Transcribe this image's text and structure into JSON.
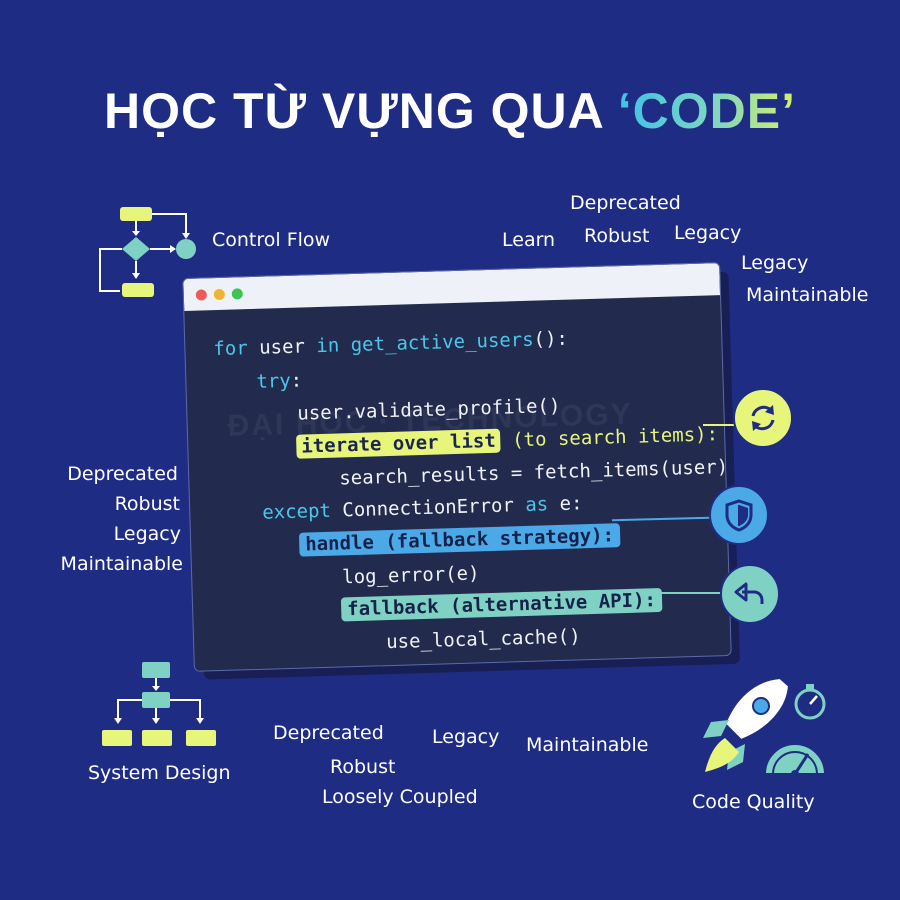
{
  "title": {
    "prefix": "HỌC TỪ VỰNG QUA ",
    "quoted": "‘CODE’"
  },
  "colors": {
    "background": "#1f2c84",
    "lime": "#e7f57a",
    "blue": "#4aa9e6",
    "teal": "#7fd2c3",
    "keyword": "#4cc6ea"
  },
  "topics": {
    "control_flow": "Control Flow",
    "system_design": "System Design",
    "code_quality": "Code Quality"
  },
  "word_clouds": {
    "top_right": [
      "Deprecated",
      "Learn",
      "Robust",
      "Legacy",
      "Legacy",
      "Maintainable"
    ],
    "left": [
      "Deprecated",
      "Robust",
      "Legacy",
      "Maintainable"
    ],
    "bottom": [
      "Deprecated",
      "Legacy",
      "Maintainable",
      "Robust",
      "Loosely Coupled"
    ]
  },
  "code": {
    "line1": {
      "kw": "for",
      "a": " user ",
      "kw2": "in",
      "b": " ",
      "fn": "get_active_users",
      "c": "():"
    },
    "line2": {
      "kw": "try",
      "a": ":"
    },
    "line3": "user.validate_profile()",
    "line4": {
      "highlight": "iterate over list",
      "rest": " (to search items):"
    },
    "line5": "search_results = fetch_items(user)",
    "line6": {
      "kw": "except",
      "a": " ConnectionError ",
      "kw2": "as",
      "b": " e:"
    },
    "line7": {
      "highlight": "handle (fallback strategy):"
    },
    "line8": "log_error(e)",
    "line9": {
      "highlight": "fallback (alternative API):"
    },
    "line10": "use_local_cache()"
  },
  "watermark": "ĐẠI HỌC · TECHNOLOGY",
  "icons": {
    "window_controls": [
      "close-dot",
      "minimize-dot",
      "maximize-dot"
    ],
    "badges": [
      "refresh-icon",
      "shield-icon",
      "undo-arrow-icon"
    ],
    "topic_icons": [
      "flowchart-icon",
      "hierarchy-icon",
      "rocket-icon",
      "gauge-icon"
    ]
  }
}
